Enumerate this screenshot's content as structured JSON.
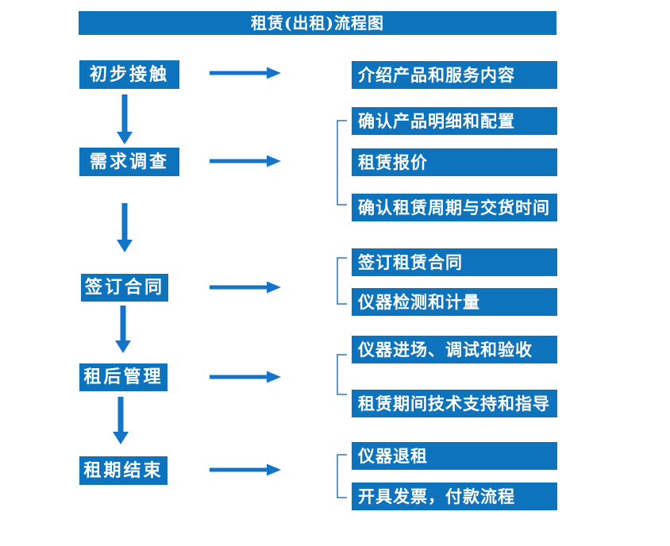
{
  "title": "租赁(出租)流程图",
  "colors": {
    "box_blue": "#0d73bd",
    "arrow_blue": "#1374c8",
    "bracket_blue": "#2e75b6",
    "text_white": "#ffffff",
    "background": "#ffffff"
  },
  "steps": [
    {
      "label": "初步接触",
      "outputs": [
        "介绍产品和服务内容"
      ]
    },
    {
      "label": "需求调查",
      "outputs": [
        "确认产品明细和配置",
        "租赁报价",
        "确认租赁周期与交货时间"
      ]
    },
    {
      "label": "签订合同",
      "outputs": [
        "签订租赁合同",
        "仪器检测和计量"
      ]
    },
    {
      "label": "租后管理",
      "outputs": [
        "仪器进场、调试和验收",
        "租赁期间技术支持和指导"
      ]
    },
    {
      "label": "租期结束",
      "outputs": [
        "仪器退租",
        "开具发票，付款流程"
      ]
    }
  ]
}
